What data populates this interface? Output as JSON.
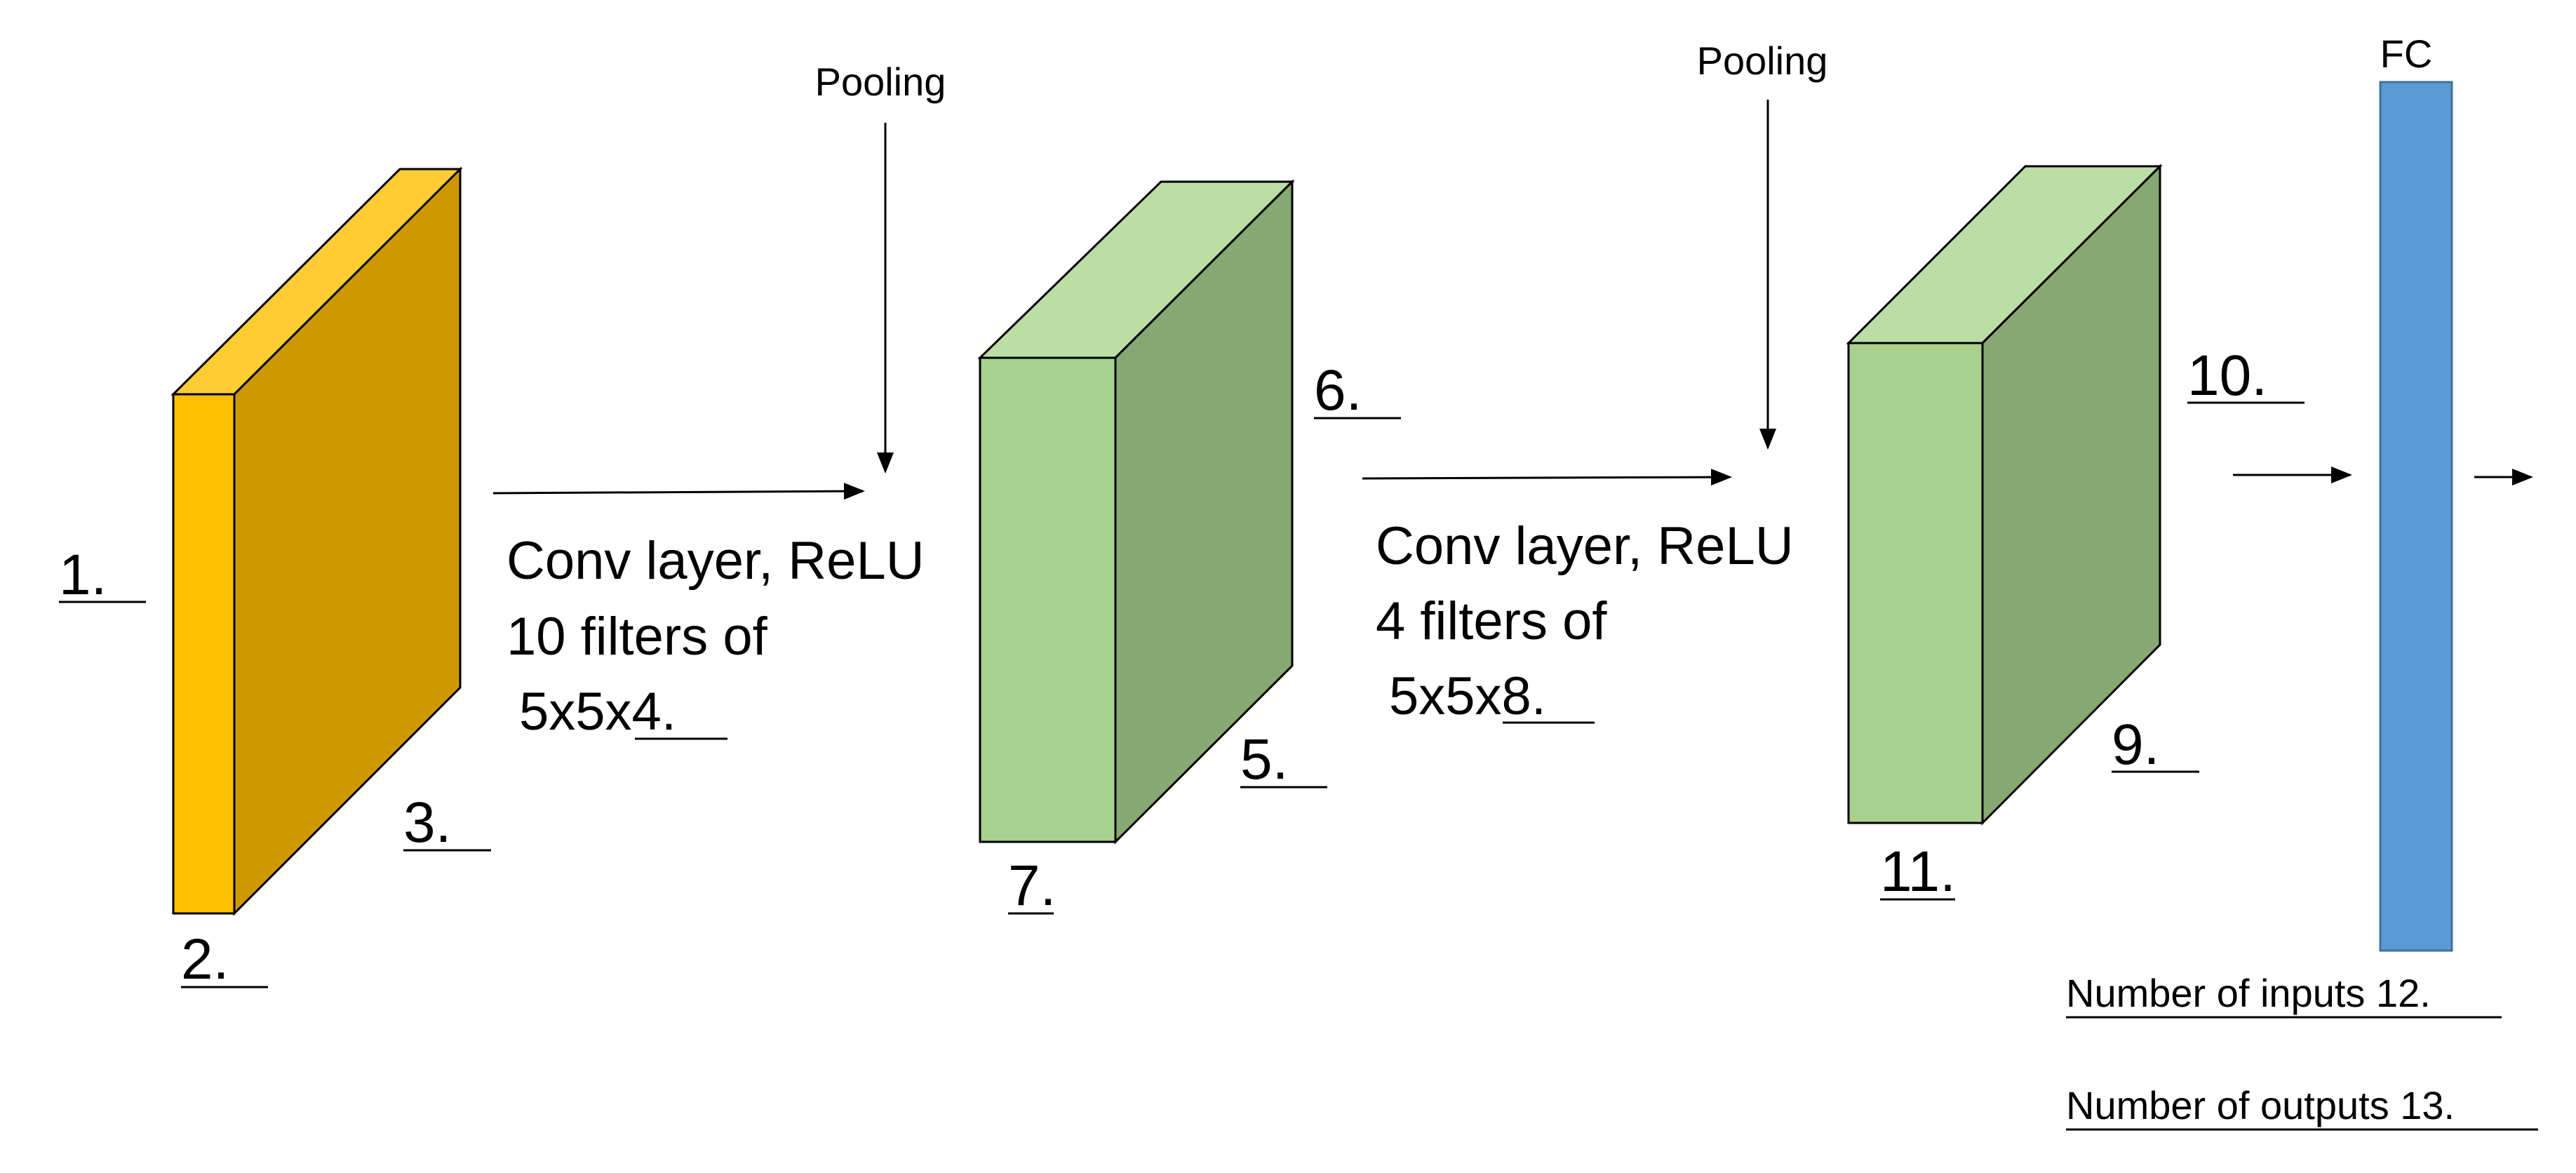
{
  "colors": {
    "input_front": "#FFC000",
    "input_top": "#FFCC33",
    "input_side": "#CC9900",
    "conv_front": "#A9D18E",
    "conv_top": "#BBDDA6",
    "conv_side": "#87A872",
    "fc_fill": "#5B9BD5",
    "fc_stroke": "#41719C",
    "edge": "#000000"
  },
  "labels": {
    "b1": "1.",
    "b2": "2.",
    "b3": "3.",
    "b5": "5.",
    "b6": "6.",
    "b7": "7.",
    "b9": "9.",
    "b10": "10.",
    "b11": "11."
  },
  "conv1": {
    "line1": "Conv layer, ReLU",
    "line2": "10 filters of",
    "line3_prefix": "5x5x",
    "line3_blank": "4."
  },
  "conv2": {
    "line1": "Conv layer, ReLU",
    "line2": "4 filters of",
    "line3_prefix": "5x5x",
    "line3_blank": "8."
  },
  "pooling1": "Pooling",
  "pooling2": "Pooling",
  "fc": {
    "title": "FC",
    "inputs": "Number of inputs 12.",
    "outputs": "Number of outputs 13."
  }
}
